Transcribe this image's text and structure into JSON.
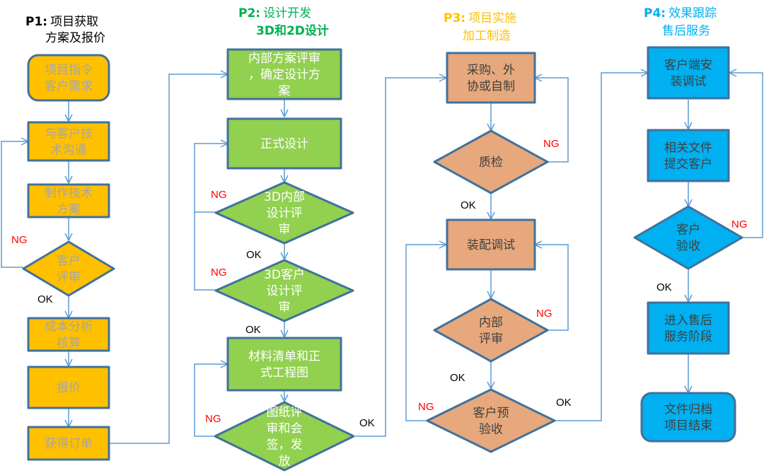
{
  "colors": {
    "p1_fill": "#FFC000",
    "p2_fill": "#92D050",
    "p3_fill": "#E6A87C",
    "p4_fill": "#00B0F0",
    "node_border": "#41719C",
    "connector": "#5B9BD5",
    "ng": "#FF0000",
    "ok": "#000000",
    "p1_title": "#000000",
    "p2_title": "#00B050",
    "p3_title": "#FFC000",
    "p4_title": "#00B0F0",
    "p1_text": "#A6A6A6",
    "p2_text": "#FFFFFF",
    "p3_text": "#404040",
    "p4_text": "#404040"
  },
  "phases": [
    {
      "id": "p1",
      "prefix": "P1:",
      "line1": "项目获取",
      "line2": "方案及报价"
    },
    {
      "id": "p2",
      "prefix": "P2:",
      "line1": "设计开发",
      "line2": "3D和2D设计"
    },
    {
      "id": "p3",
      "prefix": "P3:",
      "line1": "项目实施",
      "line2": "加工制造"
    },
    {
      "id": "p4",
      "prefix": "P4:",
      "line1": "效果跟踪",
      "line2": "售后服务"
    }
  ],
  "nodes": {
    "p1_start": [
      "项目指令",
      "客户需求"
    ],
    "p1_tech_comm": [
      "与客户技",
      "术沟通"
    ],
    "p1_tech_plan": [
      "制作技术",
      "方案"
    ],
    "p1_review": [
      "客户",
      "评审"
    ],
    "p1_cost": [
      "成本分析",
      "核算"
    ],
    "p1_quote": [
      "报价"
    ],
    "p1_order": [
      "获得订单"
    ],
    "p2_internal": [
      "内部方案评审",
      "，确定设计方",
      "案"
    ],
    "p2_formal": [
      "正式设计"
    ],
    "p2_3d_internal": [
      "3D内部",
      "设计评",
      "审"
    ],
    "p2_3d_customer": [
      "3D客户",
      "设计评",
      "审"
    ],
    "p2_bom": [
      "材料清单和正",
      "式工程图"
    ],
    "p2_drawing_review": [
      "图纸评",
      "审和会",
      "签，发",
      "放"
    ],
    "p3_purchase": [
      "采购、外",
      "协或自制"
    ],
    "p3_qc": [
      "质检"
    ],
    "p3_assembly": [
      "装配调试"
    ],
    "p3_internal_review": [
      "内部",
      "评审"
    ],
    "p3_pre_accept": [
      "客户预",
      "验收"
    ],
    "p4_install": [
      "客户端安",
      "装调试"
    ],
    "p4_docs": [
      "相关文件",
      "提交客户"
    ],
    "p4_accept": [
      "客户",
      "验收"
    ],
    "p4_aftersales": [
      "进入售后",
      "服务阶段"
    ],
    "p4_end": [
      "文件归档",
      "项目结束"
    ]
  },
  "labels": {
    "ng": "NG",
    "ok": "OK"
  }
}
